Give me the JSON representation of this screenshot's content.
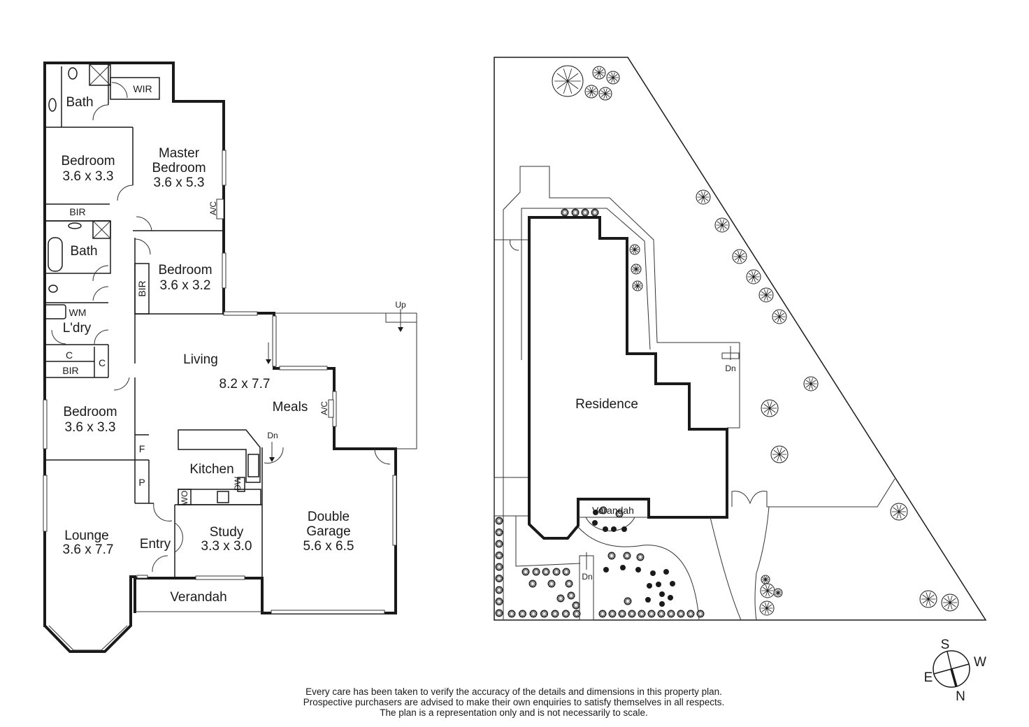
{
  "floor_plan": {
    "rooms": [
      {
        "id": "bath1",
        "name": "Bath"
      },
      {
        "id": "wir",
        "name": "WIR"
      },
      {
        "id": "bedroom1",
        "name": "Bedroom",
        "dims": "3.6 x 3.3"
      },
      {
        "id": "master",
        "name_line1": "Master",
        "name_line2": "Bedroom",
        "dims": "3.6 x 5.3"
      },
      {
        "id": "bir1",
        "name": "BIR"
      },
      {
        "id": "bath2",
        "name": "Bath"
      },
      {
        "id": "bedroom2",
        "name": "Bedroom",
        "dims": "3.6 x 3.2"
      },
      {
        "id": "bir2",
        "name": "BIR"
      },
      {
        "id": "wm",
        "name": "WM"
      },
      {
        "id": "laundry",
        "name": "L'dry"
      },
      {
        "id": "c1",
        "name": "C"
      },
      {
        "id": "c2",
        "name": "C"
      },
      {
        "id": "bir3",
        "name": "BIR"
      },
      {
        "id": "living",
        "name": "Living",
        "dims": "8.2 x 7.7"
      },
      {
        "id": "meals",
        "name": "Meals"
      },
      {
        "id": "bedroom3",
        "name": "Bedroom",
        "dims": "3.6 x 3.3"
      },
      {
        "id": "f",
        "name": "F"
      },
      {
        "id": "p",
        "name": "P"
      },
      {
        "id": "kitchen",
        "name": "Kitchen"
      },
      {
        "id": "dw",
        "name": "DW"
      },
      {
        "id": "wo",
        "name": "WO"
      },
      {
        "id": "lounge",
        "name": "Lounge",
        "dims": "3.6 x 7.7"
      },
      {
        "id": "entry",
        "name": "Entry"
      },
      {
        "id": "study",
        "name": "Study",
        "dims": "3.3 x 3.0"
      },
      {
        "id": "garage",
        "name_line1": "Double",
        "name_line2": "Garage",
        "dims": "5.6 x 6.5"
      },
      {
        "id": "verandah",
        "name": "Verandah"
      }
    ],
    "annotations": {
      "ac1": "A/C",
      "ac2": "A/C",
      "up": "Up",
      "dn": "Dn"
    }
  },
  "site_plan": {
    "residence": "Residence",
    "verandah": "Verandah",
    "dn1": "Dn",
    "dn2": "Dn"
  },
  "compass": {
    "s": "S",
    "w": "W",
    "e": "E",
    "n": "N"
  },
  "disclaimer": [
    "Every care has been taken to verify the accuracy of the details and dimensions in this property plan.",
    "Prospective purchasers are advised to make their own enquiries to satisfy themselves in all respects.",
    "The plan is a representation only and is not necessarily to scale."
  ]
}
